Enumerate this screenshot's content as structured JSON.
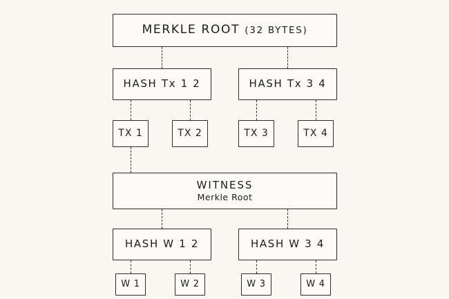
{
  "diagram": {
    "title": "Merkle tree with witness merkle root",
    "background_color": "#f8f7f2",
    "stroke_color": "#2a2a2a",
    "connector_style": "dashed"
  },
  "merkle_root": {
    "label_main": "MERKLE ROOT ",
    "label_paren": "(32 BYTES)"
  },
  "tx_tree": {
    "hashes": [
      {
        "label": "HASH Tx 1 2"
      },
      {
        "label": "HASH Tx 3 4"
      }
    ],
    "leaves": [
      {
        "label": "TX 1"
      },
      {
        "label": "TX 2"
      },
      {
        "label": "TX 3"
      },
      {
        "label": "TX 4"
      }
    ]
  },
  "witness_root": {
    "title": "WITNESS",
    "subtitle": "Merkle Root"
  },
  "witness_tree": {
    "hashes": [
      {
        "label": "HASH W 1 2"
      },
      {
        "label": "HASH W 3 4"
      }
    ],
    "leaves": [
      {
        "label": "W 1"
      },
      {
        "label": "W 2"
      },
      {
        "label": "W 3"
      },
      {
        "label": "W 4"
      }
    ]
  }
}
